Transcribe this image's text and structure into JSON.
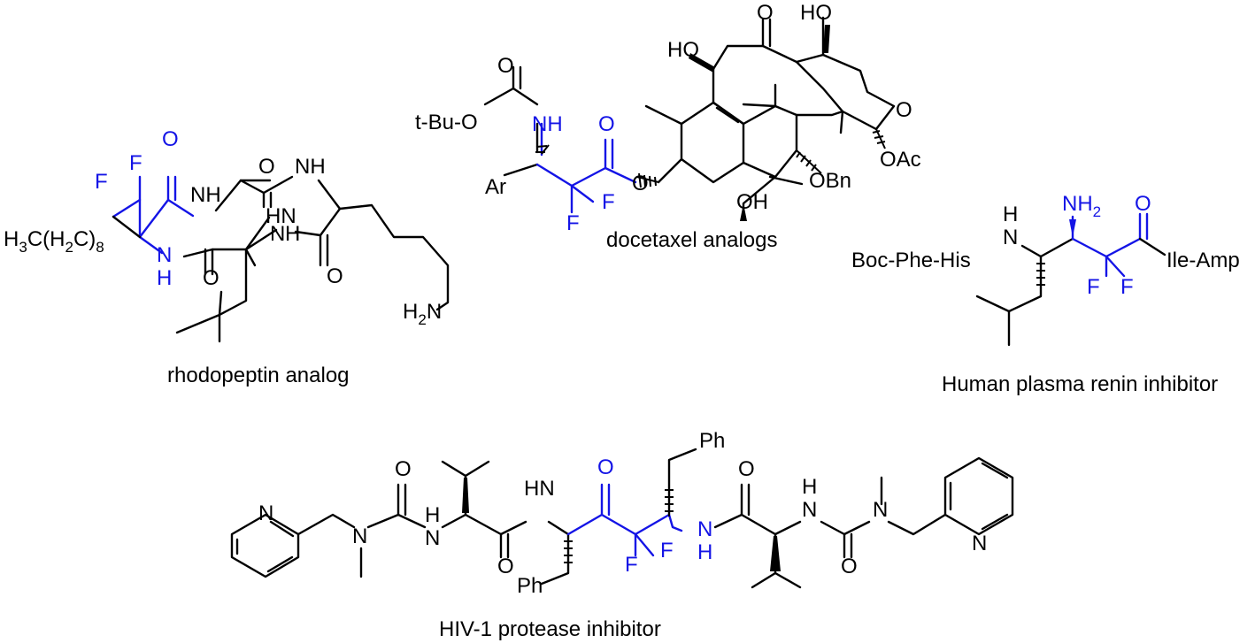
{
  "colors": {
    "bond": "#000000",
    "highlight": "#1414e6",
    "background": "#ffffff"
  },
  "captions": {
    "rhodopeptin": "rhodopeptin analog",
    "docetaxel": "docetaxel analogs",
    "renin": "Human plasma renin inhibitor",
    "hiv": "HIV-1 protease inhibitor"
  },
  "rhodopeptin": {
    "atoms": {
      "O_top": "O",
      "F1": "F",
      "F2": "F",
      "NH_left": "NH",
      "O_gly": "O",
      "NH_top": "NH",
      "HN_mid": "HN",
      "N_ring": "N",
      "H_ring": "H",
      "NH_right": "N",
      "H_right": "H",
      "O_bot1": "O",
      "O_bot2": "O",
      "H2N": "H",
      "H2N_2": "2",
      "H2N_N": "N",
      "chain_main": "H",
      "chain_3": "3",
      "chain_c": "C(H",
      "chain_2": "2",
      "chain_c2": "C)",
      "chain_8": "8"
    }
  },
  "docetaxel": {
    "atoms": {
      "tBuO": "t-Bu-O",
      "O_carb": "O",
      "NH": "NH",
      "O_ester": "O",
      "Ar": "Ar",
      "O_link": "O",
      "F1": "F",
      "F2": "F",
      "HO_top": "HO",
      "O_keto": "O",
      "HO_right": "HO",
      "O_epox": "O",
      "OAc": "OAc",
      "OBn": "OBn",
      "OH": "OH"
    }
  },
  "renin": {
    "atoms": {
      "boc": "Boc-Phe-His",
      "NH_H": "H",
      "NH_N": "N",
      "NH2": "NH",
      "NH2_2": "2",
      "O": "O",
      "ile": "Ile-Amp",
      "F1": "F",
      "F2": "F"
    }
  },
  "hiv": {
    "atoms": {
      "N_pyr_left": "N",
      "N_me_left": "N",
      "O1": "O",
      "HN1_H": "H",
      "HN1_N": "N",
      "O2": "O",
      "HN2": "HN",
      "O_keto": "O",
      "F1": "F",
      "F2": "F",
      "Ph_top": "Ph",
      "Ph_bot": "Ph",
      "HN3_N": "N",
      "HN3_H": "H",
      "O3": "O",
      "HN4": "H",
      "HN4_N": "N",
      "O4": "O",
      "N_me_right": "N",
      "N_pyr_right": "N"
    }
  }
}
